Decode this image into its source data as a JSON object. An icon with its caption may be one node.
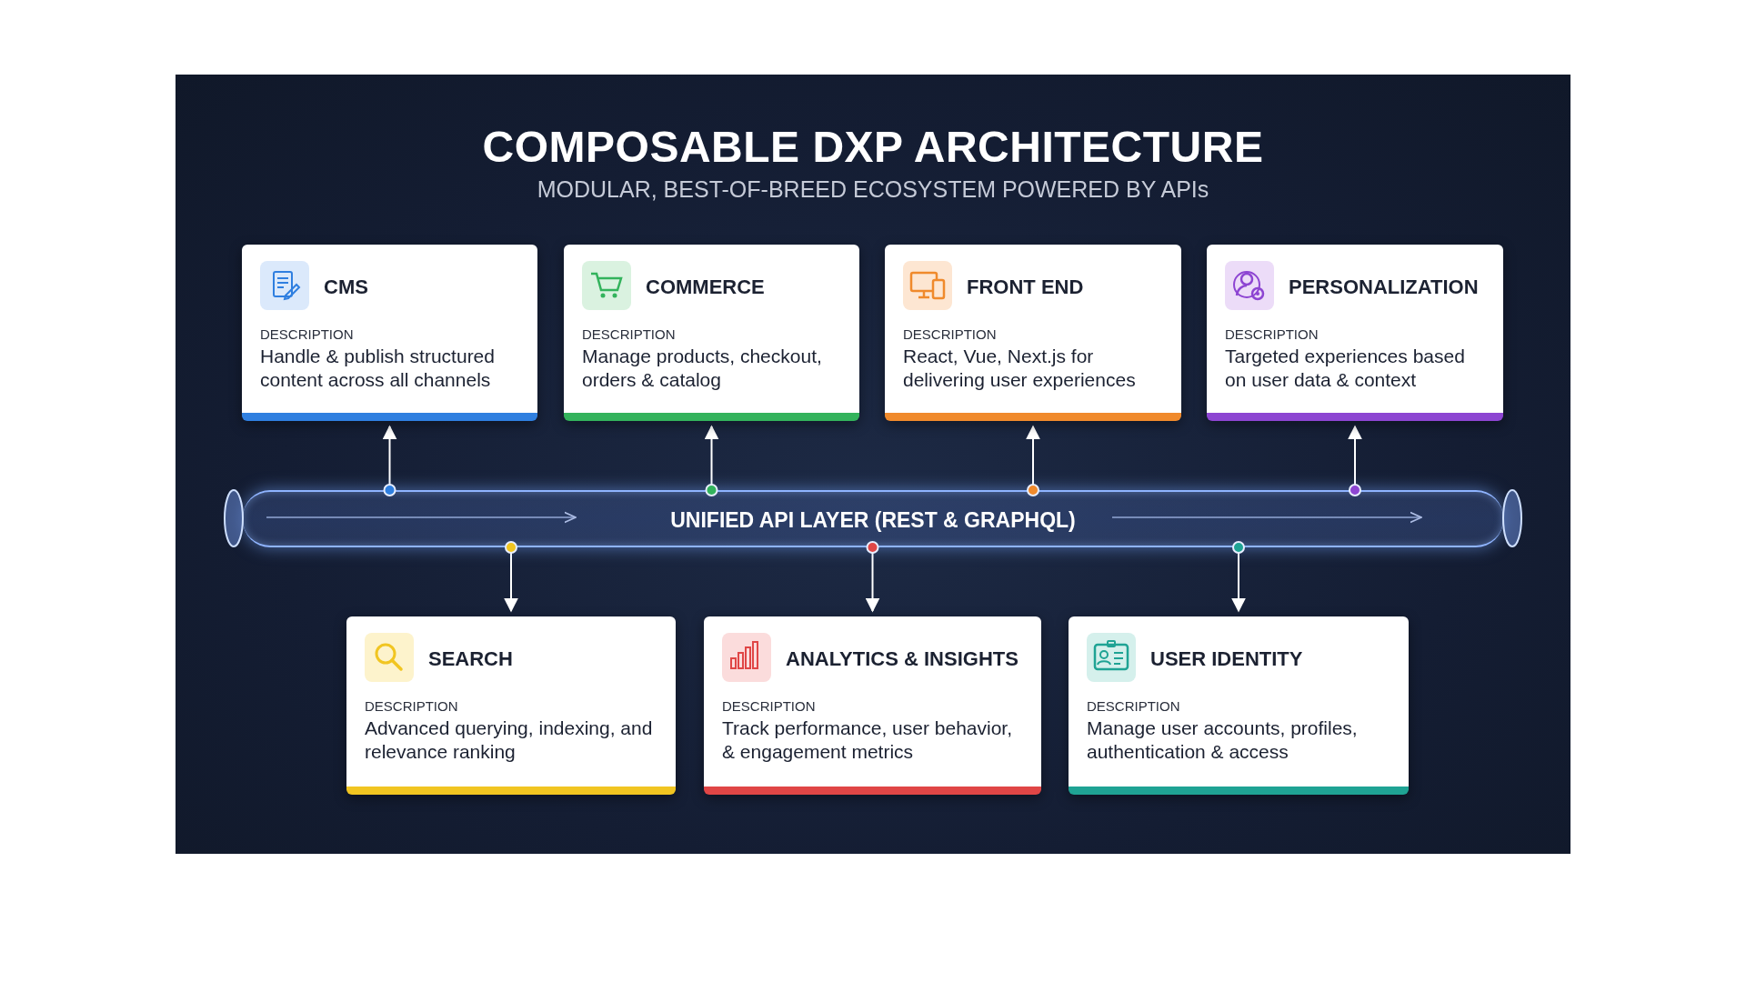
{
  "diagram": {
    "title": "COMPOSABLE DXP ARCHITECTURE",
    "caption": "MODULAR, BEST-OF-BREED ECOSYSTEM POWERED BY APIs",
    "nodes": [
      {
        "text": [
          "CMS",
          "DESCRIPTION",
          "Handle & publish structured content across all channels"
        ]
      },
      {
        "text": [
          "COMMERCE",
          "DESCRIPTION",
          "Manage products, checkout, orders & catalog"
        ]
      },
      {
        "text": [
          "FRONT END",
          "DESCRIPTION",
          "React, Vue, Next.js for delivering user experiences"
        ]
      },
      {
        "text": [
          "PERSONALIZATION",
          "DESCRIPTION",
          "Targeted experiences based on user data & context"
        ]
      },
      {
        "text": [
          "UNIFIED API LAYER (REST & GRAPHQL)"
        ]
      },
      {
        "text": [
          "SEARCH",
          "DESCRIPTION",
          "Advanced querying, indexing, and relevance ranking"
        ]
      },
      {
        "text": [
          "ANALYTICS & INSIGHTS",
          "DESCRIPTION",
          "Track performance, user behavior, & engagement metrics"
        ]
      },
      {
        "text": [
          "USER IDENTITY",
          "DESCRIPTION",
          "Manage user accounts, profiles, authentication & access"
        ]
      }
    ],
    "edges": [
      {
        "from": 4,
        "to": 0,
        "arrow": "to"
      },
      {
        "from": 4,
        "to": 1,
        "arrow": "to"
      },
      {
        "from": 4,
        "to": 2,
        "arrow": "to"
      },
      {
        "from": 4,
        "to": 3,
        "arrow": "to"
      },
      {
        "from": 4,
        "to": 5,
        "arrow": "to"
      },
      {
        "from": 4,
        "to": 6,
        "arrow": "to"
      },
      {
        "from": 4,
        "to": 7,
        "arrow": "to"
      }
    ]
  }
}
